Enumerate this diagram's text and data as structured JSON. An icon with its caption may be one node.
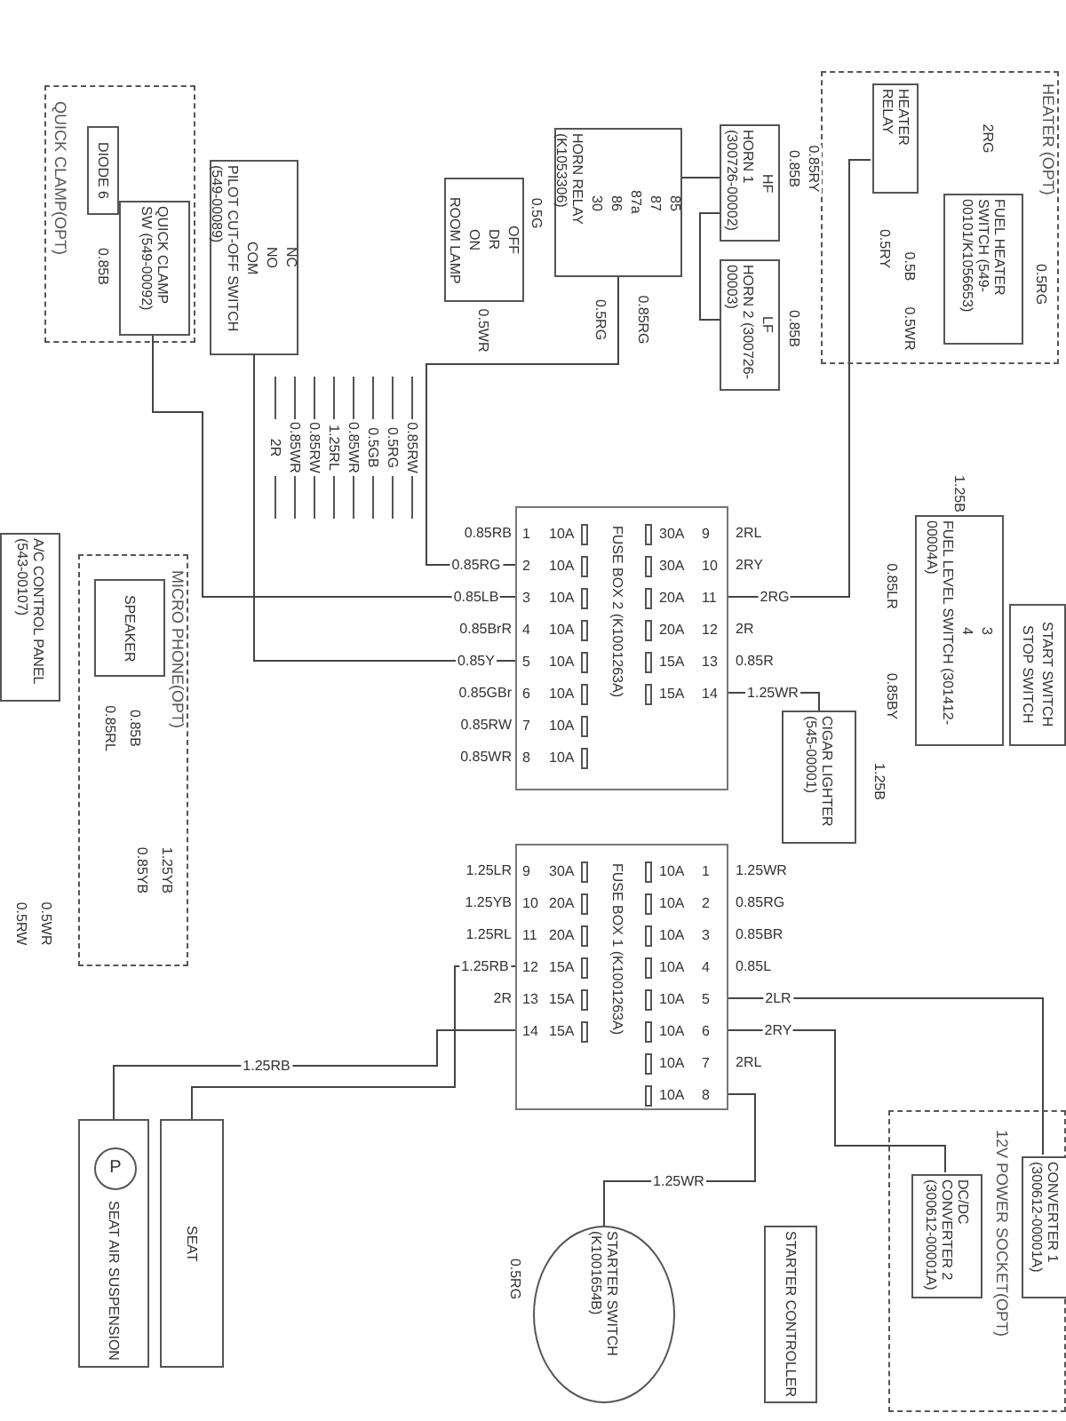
{
  "diagram": {
    "nodes": [
      {
        "text": [
          "QUICK CLAMP(OPT)"
        ]
      },
      {
        "text": [
          "DIODE 6"
        ],
        "in": 0
      },
      {
        "text": [
          "QUICK CLAMP SW (549-00092)"
        ],
        "in": 0
      },
      {
        "text": [
          "NC",
          "NO",
          "COM",
          "PILOT CUT-OFF SWITCH (549-00089)"
        ]
      },
      {
        "text": [
          "OFF",
          "DR",
          "ON",
          "ROOM LAMP"
        ]
      },
      {
        "text": [
          "85",
          "87",
          "87a",
          "86",
          "30",
          "HORN RELAY (K1053306)"
        ]
      },
      {
        "text": [
          "HF",
          "HORN 1 (300726-00002)"
        ]
      },
      {
        "text": [
          "LF",
          "HORN 2 (300726-00003)"
        ]
      },
      {
        "text": [
          "HEATER (OPT)"
        ]
      },
      {
        "text": [
          "HEATER RELAY"
        ],
        "in": 8
      },
      {
        "text": [
          "FUEL HEATER SWITCH (549-00101/K1056653)"
        ],
        "in": 8
      },
      {
        "text": [
          "A/C CONTROL PANEL (543-00107)"
        ]
      },
      {
        "text": [
          "MICRO PHONE(OPT)"
        ]
      },
      {
        "text": [
          "SPEAKER"
        ],
        "in": 12
      },
      {
        "text": [
          "FUSE BOX 2 (K1001263A)",
          "1",
          "10A",
          "2",
          "10A",
          "3",
          "10A",
          "4",
          "10A",
          "5",
          "10A",
          "6",
          "10A",
          "7",
          "10A",
          "8",
          "10A",
          "30A",
          "9",
          "30A",
          "10",
          "20A",
          "11",
          "20A",
          "12",
          "15A",
          "13",
          "15A",
          "14"
        ]
      },
      {
        "text": [
          "FUSE BOX 1 (K1001263A)",
          "9",
          "30A",
          "10",
          "20A",
          "11",
          "20A",
          "12",
          "15A",
          "13",
          "15A",
          "14",
          "15A",
          "10A",
          "1",
          "10A",
          "2",
          "10A",
          "3",
          "10A",
          "4",
          "10A",
          "5",
          "10A",
          "6",
          "10A",
          "7",
          "10A",
          "8"
        ]
      },
      {
        "text": [
          "CIGAR LIGHTER (545-00001)"
        ]
      },
      {
        "text": [
          "3",
          "4",
          "FUEL LEVEL SWITCH (301412-00004A)"
        ]
      },
      {
        "text": [
          "START SWITCH",
          "STOP SWITCH"
        ]
      },
      {
        "text": [
          "SEAT AIR SUSPENSION"
        ]
      },
      {
        "text": [
          "P"
        ],
        "in": 19
      },
      {
        "text": [
          "SEAT"
        ]
      },
      {
        "text": [
          "STARTER SWITCH (K1001654B)"
        ]
      },
      {
        "text": [
          "STARTER CONTROLLER"
        ]
      },
      {
        "text": [
          "12V POWER SOCKET(OPT)"
        ]
      },
      {
        "text": [
          "DC/DC CONVERTER 2 (300612-00001A)"
        ],
        "in": 24
      },
      {
        "text": [
          "CONVERTER 1 (300612-00001A)"
        ],
        "in": 24
      }
    ],
    "edges": [
      {
        "from": 2,
        "to": 14,
        "arrow": "none",
        "label": "0.85LB"
      },
      {
        "from": 3,
        "to": 14,
        "arrow": "none",
        "label": "0.85Y"
      },
      {
        "from": 5,
        "to": 14,
        "arrow": "none",
        "label": "0.85RG"
      },
      {
        "from": 6,
        "to": 5,
        "arrow": "none"
      },
      {
        "from": 7,
        "to": 6,
        "arrow": "none"
      },
      {
        "from": 9,
        "to": 14,
        "arrow": "none",
        "label": "2RG"
      },
      {
        "from": 14,
        "to": 16,
        "arrow": "none",
        "label": "1.25WR"
      },
      {
        "from": 15,
        "to": 25,
        "arrow": "none",
        "label": "2RY"
      },
      {
        "from": 15,
        "to": 26,
        "arrow": "none",
        "label": "2LR"
      },
      {
        "from": 21,
        "to": 15,
        "arrow": "none",
        "label": "1.25RB"
      },
      {
        "from": 15,
        "to": 22,
        "arrow": "none",
        "label": "1.25WR"
      },
      {
        "from": 19,
        "to": 15,
        "arrow": "none",
        "label": "1.25RB"
      }
    ],
    "labels": [
      "0.85B",
      "0.5G",
      "0.5WR",
      "0.5RG",
      "0.85RG",
      "0.85B",
      "0.85RY",
      "0.85B",
      "0.5RY",
      "0.5B",
      "2RG",
      "0.5RG",
      "0.5WR",
      "2R",
      "0.85WR",
      "0.85RW",
      "1.25RL",
      "0.85WR",
      "0.5GB",
      "0.5RG",
      "0.85RW",
      "0.85RB",
      "0.85BrR",
      "0.85GBr",
      "0.85RW",
      "0.85WR",
      "2RL",
      "2RY",
      "2R",
      "0.85R",
      "1.25LR",
      "1.25YB",
      "1.25RL",
      "2R",
      "1.25WR",
      "0.85RG",
      "0.85BR",
      "0.85L",
      "2RL",
      "1.25B",
      "0.85LR",
      "0.85BY",
      "1.25B",
      "0.5RW",
      "0.5WR",
      "0.85RL",
      "0.85B",
      "0.85YB",
      "1.25YB",
      "0.5RG"
    ]
  }
}
